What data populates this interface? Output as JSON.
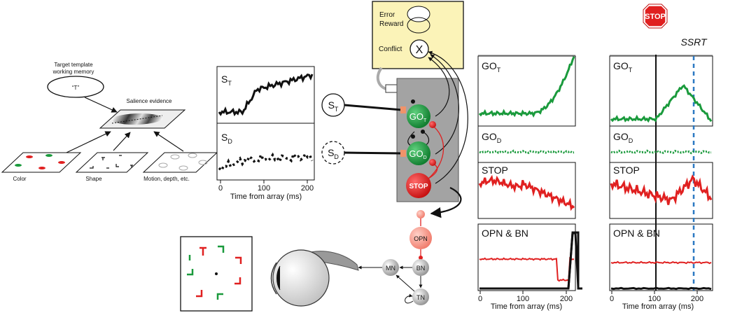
{
  "left_panel": {
    "template_label_line1": "Target template",
    "template_label_line2": "working memory",
    "template_symbol": "“T”",
    "salience_label": "Salience evidence",
    "map_labels": [
      "Color",
      "Shape",
      "Motion, depth, etc."
    ]
  },
  "evidence_plots": {
    "st_label": "S",
    "st_sub": "T",
    "sd_label": "S",
    "sd_sub": "D",
    "xlabel": "Time from array (ms)",
    "xticks": [
      "0",
      "100",
      "200"
    ]
  },
  "network": {
    "monitor": {
      "error": "Error",
      "reward": "Reward",
      "conflict": "Conflict",
      "x_symbol": "X"
    },
    "inputs": {
      "st": "S",
      "st_sub": "T",
      "sd": "S",
      "sd_sub": "D"
    },
    "nodes": {
      "got": "GO",
      "got_sub": "T",
      "god": "GO",
      "god_sub": "D",
      "stop": "STOP"
    },
    "brainstem": {
      "opn": "OPN",
      "bn": "BN",
      "mn": "MN",
      "tn": "TN"
    }
  },
  "right_panels": {
    "stop_sign": "STOP",
    "ssrt": "SSRT",
    "labels": {
      "got": "GO",
      "got_sub": "T",
      "god": "GO",
      "god_sub": "D",
      "stop": "STOP",
      "opn_bn": "OPN & BN"
    },
    "xlabel": "Time from array (ms)",
    "xticks": [
      "0",
      "100",
      "200"
    ]
  },
  "colors": {
    "go": "#1a9a3c",
    "stop": "#e02020",
    "ssrt_line": "#2a78c2",
    "network_bg": "#a3a3a3",
    "monitor_bg": "#fbf3b8"
  }
}
